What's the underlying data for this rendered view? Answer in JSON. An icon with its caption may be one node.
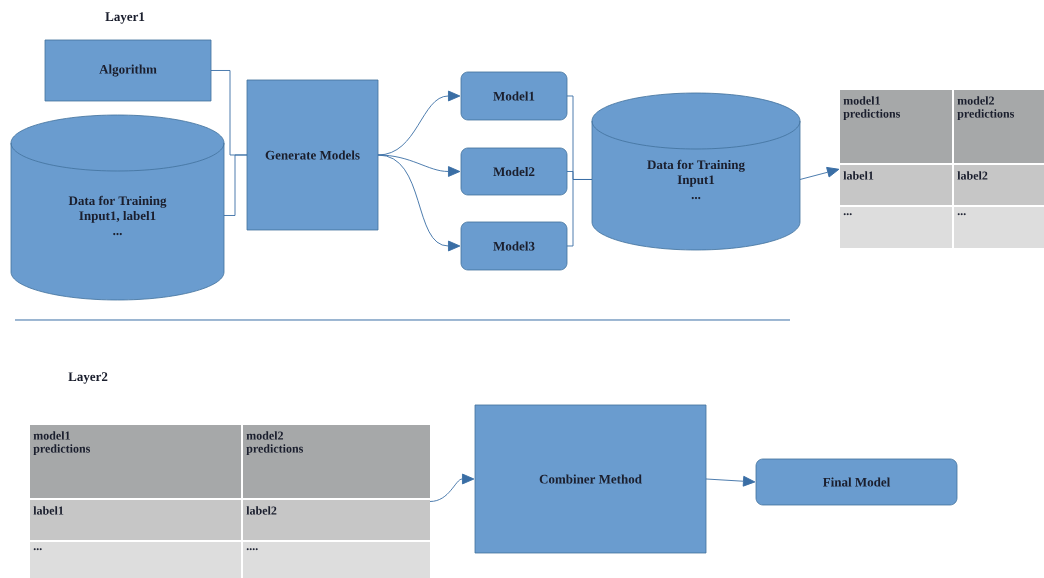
{
  "diagram": {
    "nodes": [
      {
        "text": [
          "Algorithm"
        ]
      },
      {
        "text": [
          "Data for Training",
          "Input1, label1",
          "..."
        ]
      },
      {
        "text": [
          "Generate Models"
        ]
      },
      {
        "text": [
          "Model1"
        ]
      },
      {
        "text": [
          "Model2"
        ]
      },
      {
        "text": [
          "Model3"
        ]
      },
      {
        "text": [
          "Data for Training",
          "Input1",
          "..."
        ]
      },
      {
        "text": [
          "model1 predictions",
          "model2 predictions",
          "label1",
          "label2",
          "...",
          "..."
        ]
      },
      {
        "text": [
          "model1 predictions",
          "model2 predictions",
          "label1",
          "label2",
          "...",
          "...."
        ]
      },
      {
        "text": [
          "Combiner Method"
        ]
      },
      {
        "text": [
          "Final Model"
        ]
      }
    ],
    "edges": [
      {
        "from": 0,
        "to": 2,
        "arrow": "none"
      },
      {
        "from": 1,
        "to": 2,
        "arrow": "none"
      },
      {
        "from": 2,
        "to": 3,
        "arrow": "to"
      },
      {
        "from": 2,
        "to": 4,
        "arrow": "to"
      },
      {
        "from": 2,
        "to": 5,
        "arrow": "to"
      },
      {
        "from": 3,
        "to": 6,
        "arrow": "none"
      },
      {
        "from": 4,
        "to": 6,
        "arrow": "none"
      },
      {
        "from": 5,
        "to": 6,
        "arrow": "none"
      },
      {
        "from": 6,
        "to": 7,
        "arrow": "to"
      },
      {
        "from": 8,
        "to": 9,
        "arrow": "to"
      },
      {
        "from": 9,
        "to": 10,
        "arrow": "to"
      }
    ],
    "labels": [
      "Layer1",
      "Layer2"
    ]
  }
}
